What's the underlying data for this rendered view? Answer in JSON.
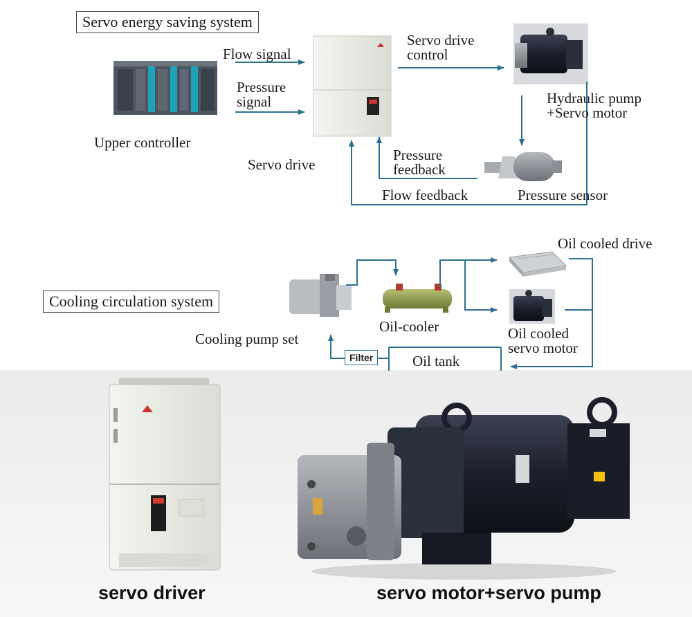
{
  "top": {
    "title": "Servo energy saving system",
    "upper_controller": "Upper controller",
    "flow_signal": "Flow signal",
    "pressure_signal_1": "Pressure",
    "pressure_signal_2": "signal",
    "servo_drive": "Servo drive",
    "servo_drive_control_1": "Servo drive",
    "servo_drive_control_2": "control",
    "pump_motor_1": "Hydraulic pump",
    "pump_motor_2": "+Servo motor",
    "pressure_feedback_1": "Pressure",
    "pressure_feedback_2": "feedback",
    "flow_feedback": "Flow feedback",
    "pressure_sensor": "Pressure sensor"
  },
  "cooling": {
    "title": "Cooling circulation system",
    "cooling_pump_set": "Cooling pump set",
    "oil_cooler": "Oil-cooler",
    "oil_cooled_drive": "Oil cooled drive",
    "oil_cooled_motor_1": "Oil cooled",
    "oil_cooled_motor_2": "servo motor",
    "filter": "Filter",
    "oil_tank": "Oil tank"
  },
  "bottom": {
    "servo_driver": "servo driver",
    "motor_pump": "servo motor+servo pump"
  },
  "colors": {
    "arrow": "#2f6f8f",
    "caption_bg": "#f0f0f0",
    "motor_body": "#1c1f2b",
    "pump_body": "#8c9096",
    "drive_cabinet": "#e4e7df"
  }
}
